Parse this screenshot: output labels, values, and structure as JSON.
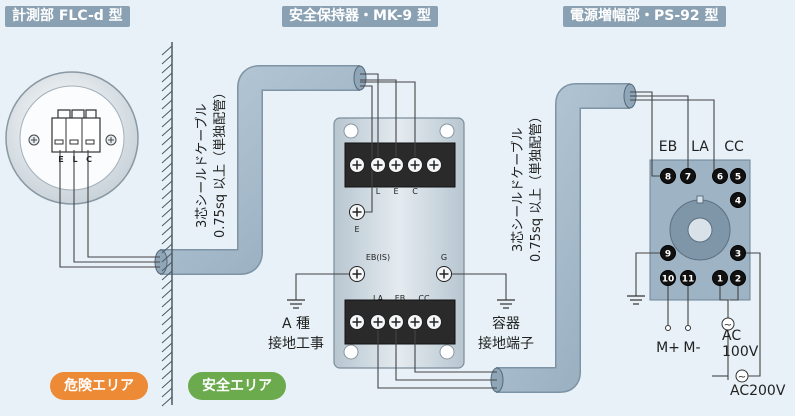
{
  "headers": {
    "meter": "計測部 FLC-d 型",
    "safety": "安全保持器・MK-9 型",
    "power": "電源増幅部・PS-92 型"
  },
  "cable": {
    "line1": "3芯シールドケーブル",
    "line2": "0.75sq 以上（単独配管）"
  },
  "meter_terminals": [
    "E",
    "L",
    "C"
  ],
  "mk9": {
    "top_terminal_labels": [
      "L",
      "E",
      "C"
    ],
    "left_terminal_label": "E",
    "eb_is_label": "EB(IS)",
    "g_label": "G",
    "bottom_terminal_labels": [
      "LA",
      "EB",
      "CC"
    ]
  },
  "ground_left": {
    "line1": "A 種",
    "line2": "接地工事"
  },
  "ground_right": {
    "line1": "容器",
    "line2": "接地端子"
  },
  "ps92": {
    "top_labels": [
      "EB",
      "LA",
      "CC"
    ],
    "pins": [
      "8",
      "7",
      "6",
      "5",
      "4",
      "3",
      "2",
      "1",
      "11",
      "10",
      "9"
    ],
    "m_plus": "M+",
    "m_minus": "M-",
    "ac1": "AC",
    "ac2": "100V",
    "ac3": "AC200V",
    "tilde": "~"
  },
  "zones": {
    "danger": "危険エリア",
    "safe": "安全エリア"
  },
  "colors": {
    "background": "#e7f1f7",
    "header": "#8aa1b3",
    "cable_fill": "#a4b9c9",
    "danger": "#ec8a36",
    "safe": "#6cab4d"
  }
}
